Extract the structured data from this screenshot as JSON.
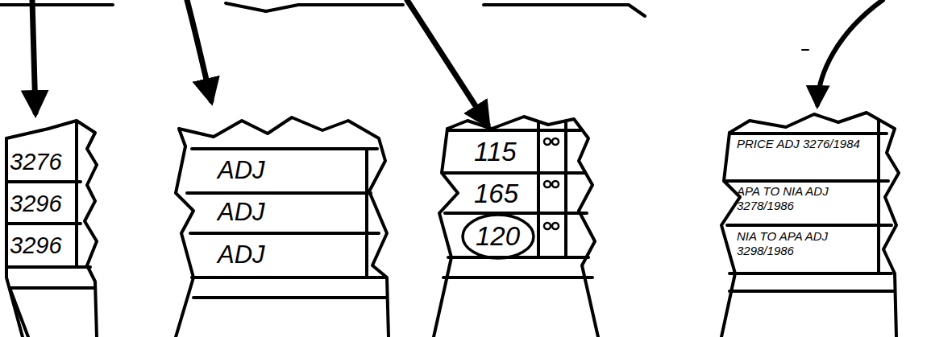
{
  "diagram": {
    "labels": [
      "3276",
      "3296",
      "3296",
      "ADJ",
      "ADJ",
      "ADJ",
      "115",
      "165",
      "120",
      "PRICE ADJ 3276/1984",
      "APA TO NIA ADJ 3278/1986",
      "NIA TO APA ADJ 3298/1986"
    ]
  }
}
